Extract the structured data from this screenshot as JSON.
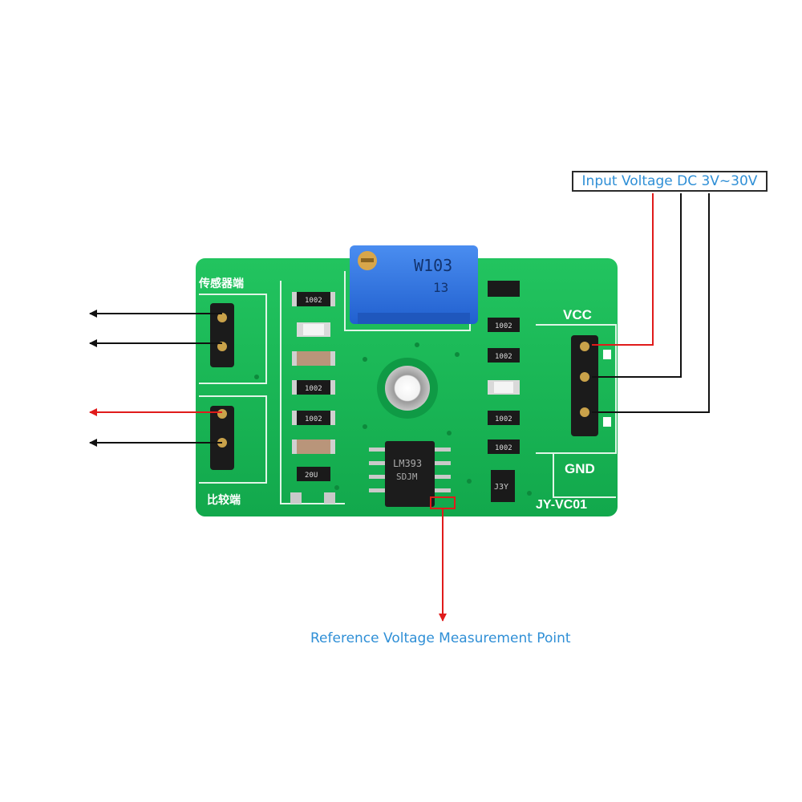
{
  "labels": {
    "input_voltage": "Input Voltage DC 3V~30V",
    "reference_voltage": "Reference Voltage Measurement Point"
  },
  "board": {
    "sensor_side": "传感器端",
    "compare_side": "比较端",
    "vcc": "VCC",
    "gnd": "GND",
    "model": "JY-VC01",
    "potentiometer_code": "W103",
    "potentiometer_mark": "13",
    "chip": "LM393",
    "chip_code": "SDJM",
    "transistor_code": "J3Y",
    "resistor_code": "1002",
    "capacitor_code": "20U"
  },
  "colors": {
    "pcb": "#18b957",
    "silkscreen": "#ffffff",
    "label_text": "#2f8fd6",
    "arrow_red": "#e01b1b",
    "arrow_black": "#111111",
    "potentiometer": "#2f6fe0"
  }
}
